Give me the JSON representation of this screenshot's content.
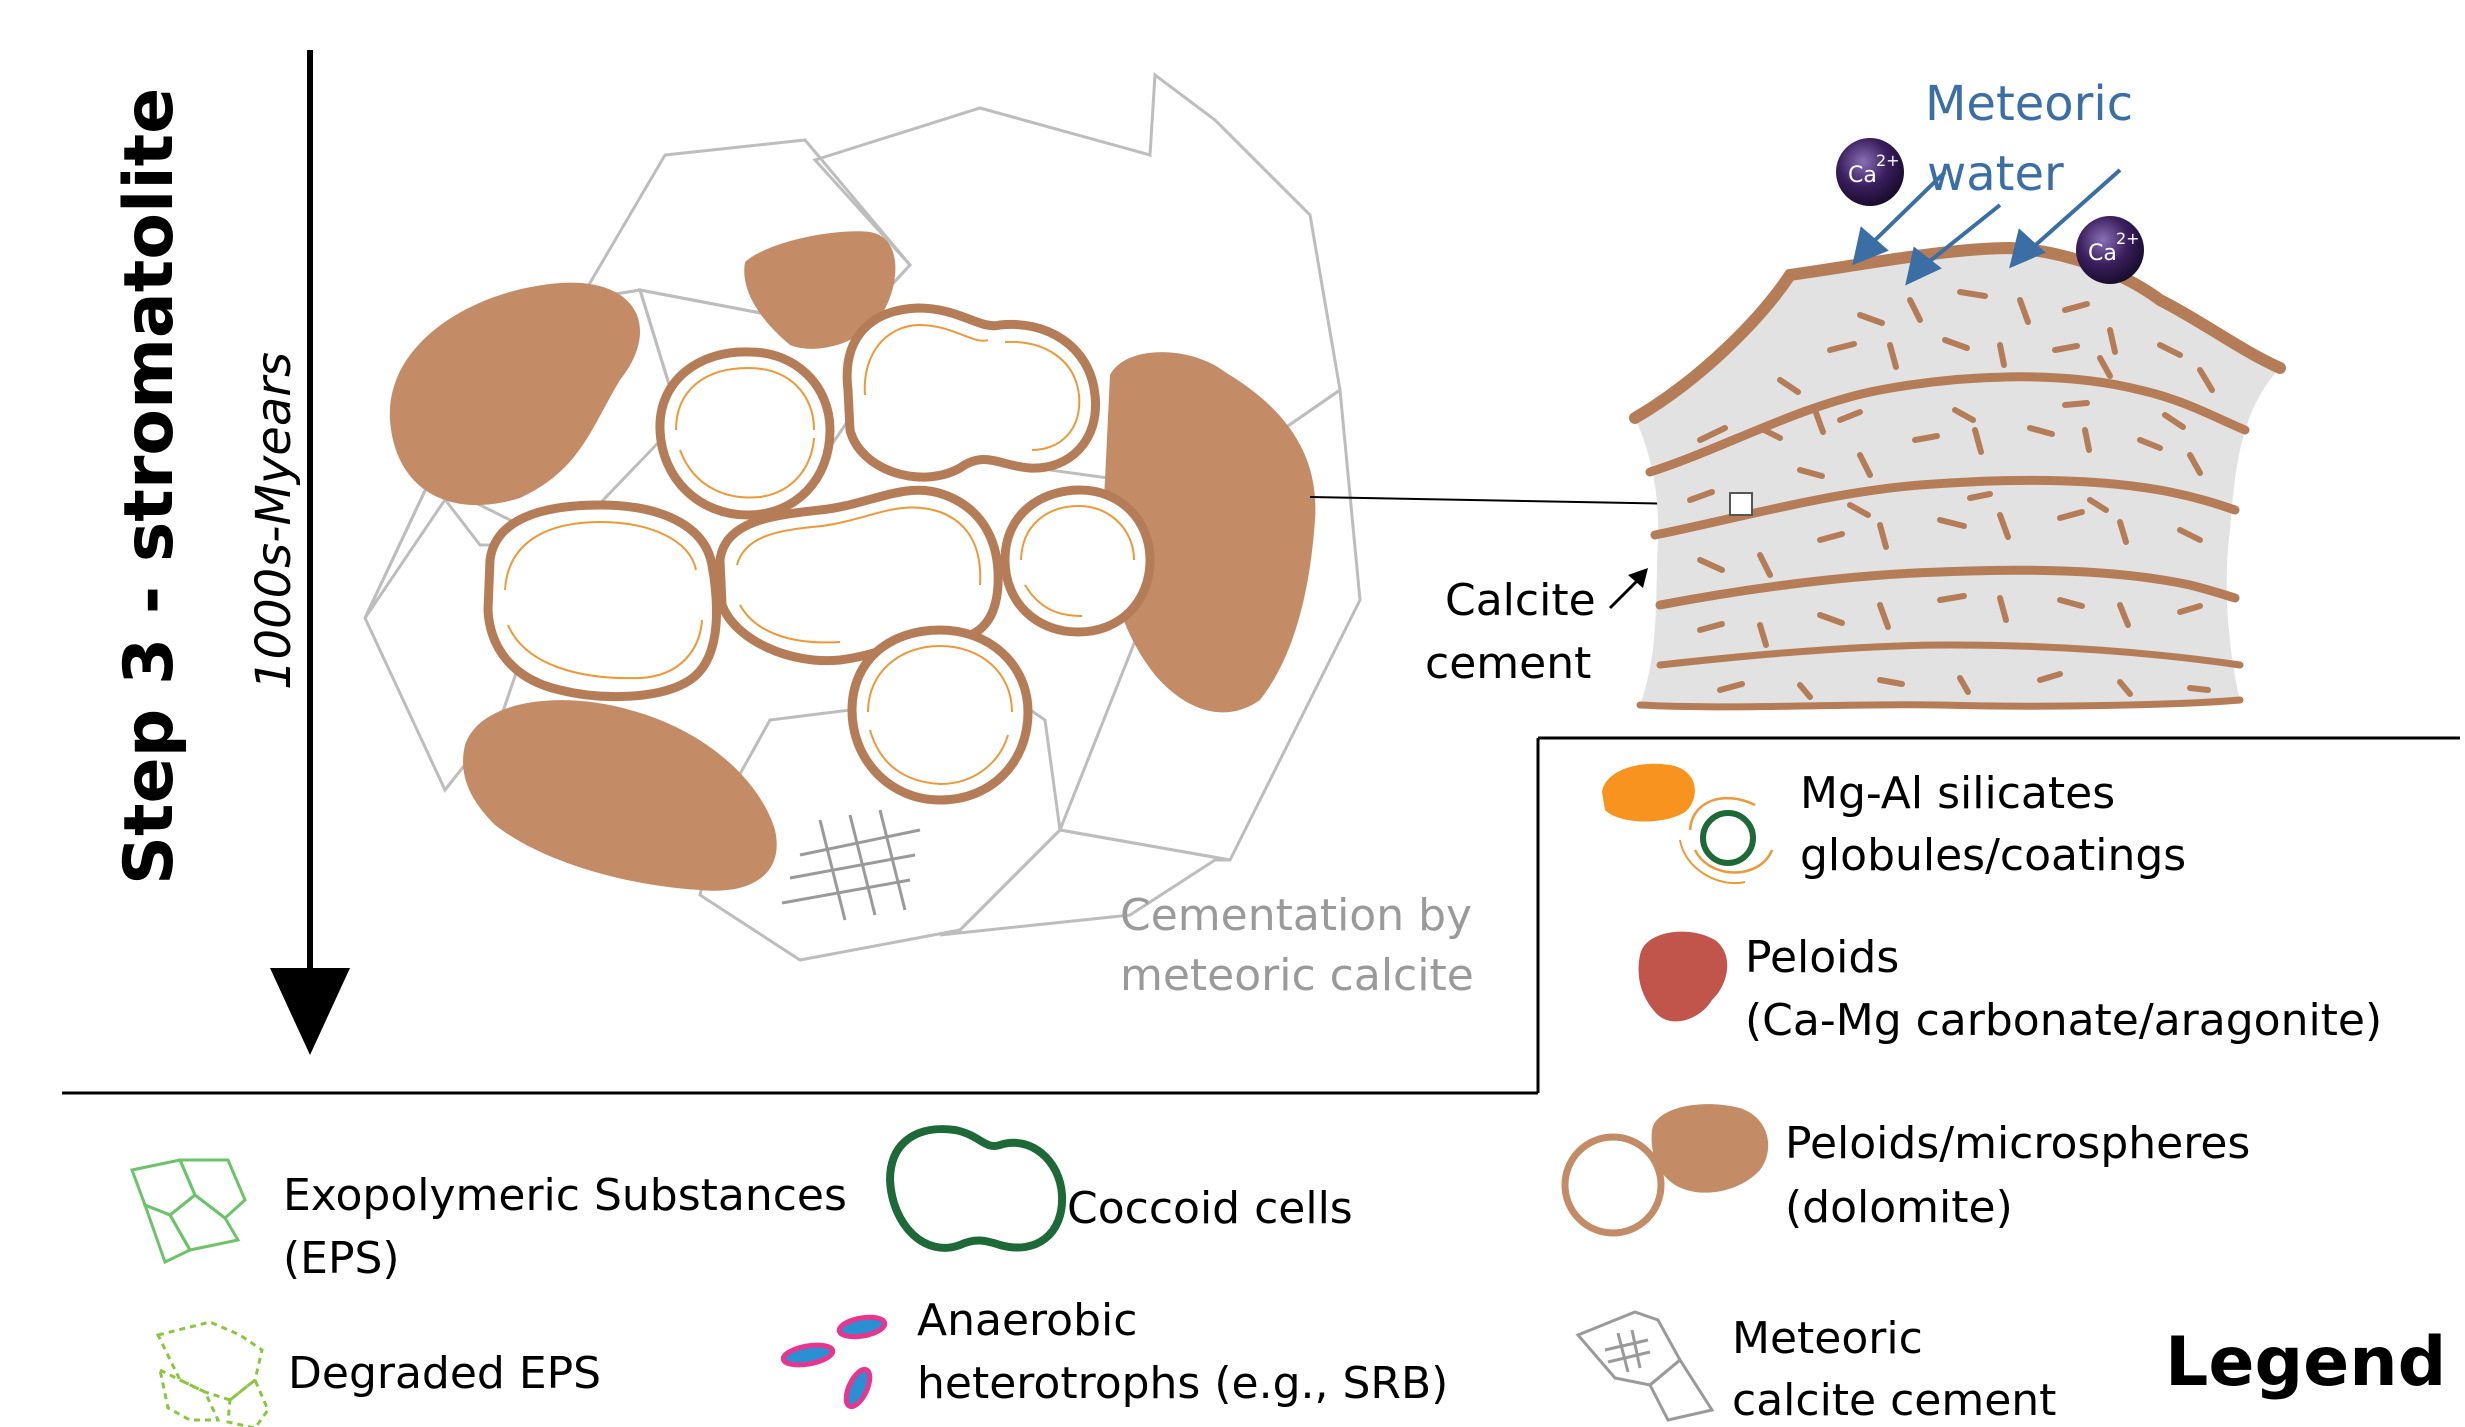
{
  "step": {
    "title": "Step 3 - stromatolite",
    "timescale": "1000s-Myears"
  },
  "main": {
    "cementation_line1": "Cementation by",
    "cementation_line2": "meteoric calcite"
  },
  "stromatolite": {
    "meteoric_line1": "Meteoric",
    "meteoric_line2": "water",
    "ion_base": "Ca",
    "ion_charge": "2+",
    "calcite_line1": "Calcite",
    "calcite_line2": "cement"
  },
  "legend": {
    "title": "Legend",
    "items": {
      "mg_al": {
        "line1": "Mg-Al silicates",
        "line2": "globules/coatings"
      },
      "peloids_red": {
        "line1": "Peloids",
        "line2": "(Ca-Mg carbonate/aragonite)"
      },
      "peloids_dolomite": {
        "line1": "Peloids/microspheres",
        "line2": "(dolomite)"
      },
      "eps": {
        "line1": "Exopolymeric Substances",
        "line2": "(EPS)"
      },
      "coccoid": {
        "line1": "Coccoid cells"
      },
      "degraded_eps": {
        "line1": "Degraded EPS"
      },
      "anaerobic": {
        "line1": "Anaerobic",
        "line2": "heterotrophs (e.g., SRB)"
      },
      "meteoric_cement": {
        "line1": "Meteoric",
        "line2": "calcite cement"
      }
    }
  },
  "colors": {
    "peloid_brown": "#c38c67",
    "peloid_outline": "#b57d57",
    "orange_fiber": "#ef9838",
    "orange_globule": "#f7931e",
    "red_peloid": "#c1544b",
    "eps_green": "#6cc36a",
    "coccoid_green": "#1d6a38",
    "degraded_green": "#8cc63f",
    "srb_pink": "#e8368f",
    "srb_blue": "#2b8fd3",
    "grey_cement": "#bdbdbd",
    "water_blue": "#3a6ea5",
    "ion_dark": "#3b1f5e",
    "stroma_fill": "#e2e2e2"
  }
}
